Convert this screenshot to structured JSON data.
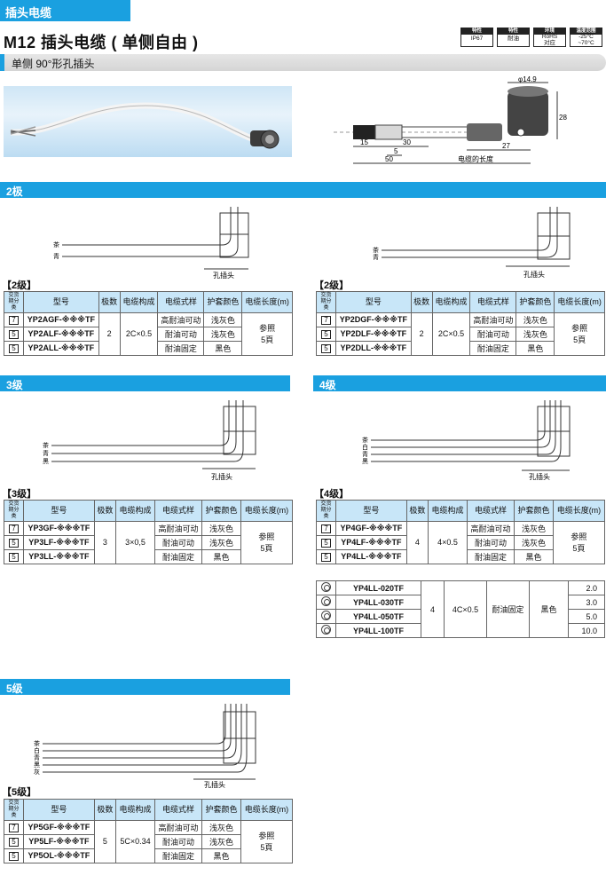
{
  "header": {
    "category": "插头电缆",
    "title": "M12 插头电缆 ( 单侧自由 )",
    "subtitle": "单侧 90°形孔插头"
  },
  "badges": [
    {
      "head": "特性",
      "value": "IP67"
    },
    {
      "head": "特性",
      "value": "耐油"
    },
    {
      "head": "环境",
      "value": "RoHS\n对应"
    },
    {
      "head": "温度范围",
      "value": "-25°C\n~70°C"
    }
  ],
  "dimension": {
    "phi": "φ14.9",
    "d28": "28",
    "d27": "27",
    "d15": "15",
    "d30": "30",
    "d5": "5",
    "d50": "50",
    "length_label": "电缆的长度"
  },
  "sections": {
    "s2l": "2极",
    "s3": "3级",
    "s4": "4级",
    "s5": "5级"
  },
  "wiring": {
    "connector_label": "孔插头",
    "w2a": [
      "茶",
      "青"
    ],
    "w2b": [
      "茶",
      "青"
    ],
    "w3": [
      "茶",
      "青",
      "黑"
    ],
    "w4": [
      "茶",
      "白",
      "青",
      "黑"
    ],
    "w5": [
      "茶",
      "白",
      "青",
      "黑",
      "灰"
    ]
  },
  "tables": {
    "headers": [
      "交货期分类",
      "型号",
      "极数",
      "电缆构成",
      "电缆式样",
      "护套颜色",
      "电缆长度(m)"
    ],
    "t2a": {
      "caption": "【2级】",
      "rows": [
        {
          "lt": "7",
          "model": "YP2AGF-※※※TF",
          "spec": "高耐油可动",
          "color": "浅灰色"
        },
        {
          "lt": "5",
          "model": "YP2ALF-※※※TF",
          "spec": "耐油可动",
          "color": "浅灰色"
        },
        {
          "lt": "5",
          "model": "YP2ALL-※※※TF",
          "spec": "耐油固定",
          "color": "黑色"
        }
      ],
      "poles": "2",
      "structure": "2C×0.5",
      "length": "参照\n5頁"
    },
    "t2b": {
      "caption": "【2级】",
      "rows": [
        {
          "lt": "7",
          "model": "YP2DGF-※※※TF",
          "spec": "高耐油可动",
          "color": "浅灰色"
        },
        {
          "lt": "5",
          "model": "YP2DLF-※※※TF",
          "spec": "耐油可动",
          "color": "浅灰色"
        },
        {
          "lt": "5",
          "model": "YP2DLL-※※※TF",
          "spec": "耐油固定",
          "color": "黑色"
        }
      ],
      "poles": "2",
      "structure": "2C×0.5",
      "length": "参照\n5頁"
    },
    "t3": {
      "caption": "【3级】",
      "rows": [
        {
          "lt": "7",
          "model": "YP3GF-※※※TF",
          "spec": "高耐油可动",
          "color": "浅灰色"
        },
        {
          "lt": "5",
          "model": "YP3LF-※※※TF",
          "spec": "耐油可动",
          "color": "浅灰色"
        },
        {
          "lt": "5",
          "model": "YP3LL-※※※TF",
          "spec": "耐油固定",
          "color": "黑色"
        }
      ],
      "poles": "3",
      "structure": "3×0,5",
      "length": "参照\n5頁"
    },
    "t4": {
      "caption": "【4级】",
      "rows": [
        {
          "lt": "7",
          "model": "YP4GF-※※※TF",
          "spec": "高耐油可动",
          "color": "浅灰色"
        },
        {
          "lt": "5",
          "model": "YP4LF-※※※TF",
          "spec": "耐油可动",
          "color": "浅灰色"
        },
        {
          "lt": "5",
          "model": "YP4LL-※※※TF",
          "spec": "耐油固定",
          "color": "黑色"
        }
      ],
      "poles": "4",
      "structure": "4×0.5",
      "length": "参照\n5頁"
    },
    "t4b": {
      "rows": [
        {
          "model": "YP4LL-020TF",
          "length": "2.0"
        },
        {
          "model": "YP4LL-030TF",
          "length": "3.0"
        },
        {
          "model": "YP4LL-050TF",
          "length": "5.0"
        },
        {
          "model": "YP4LL-100TF",
          "length": "10.0"
        }
      ],
      "poles": "4",
      "structure": "4C×0.5",
      "spec": "耐油固定",
      "color": "黑色"
    },
    "t5": {
      "caption": "【5级】",
      "rows": [
        {
          "lt": "7",
          "model": "YP5GF-※※※TF",
          "spec": "高耐油可动",
          "color": "浅灰色"
        },
        {
          "lt": "5",
          "model": "YP5LF-※※※TF",
          "spec": "耐油可动",
          "color": "浅灰色"
        },
        {
          "lt": "5",
          "model": "YP5OL-※※※TF",
          "spec": "耐油固定",
          "color": "黑色"
        }
      ],
      "poles": "5",
      "structure": "5C×0.34",
      "length": "参照\n5頁"
    }
  },
  "colors": {
    "accent": "#1aa0e0",
    "header_fill": "#c8e6f8"
  }
}
